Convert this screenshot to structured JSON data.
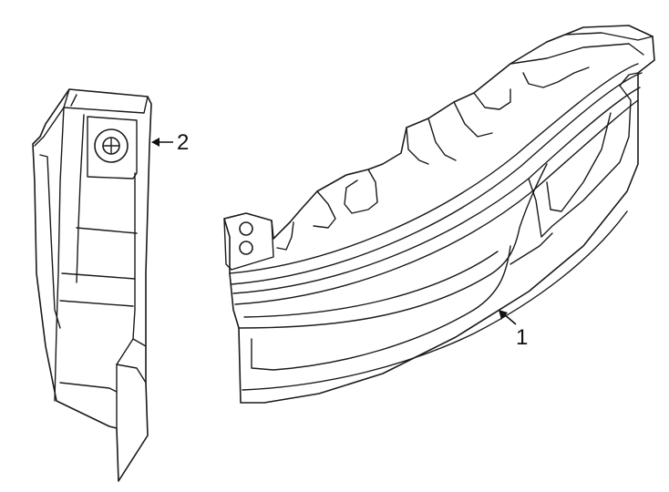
{
  "callouts": [
    {
      "id": "1",
      "label": "1"
    },
    {
      "id": "2",
      "label": "2"
    }
  ],
  "parts": [
    {
      "callout": "1",
      "icon": "tail-lamp-assembly-icon"
    },
    {
      "callout": "2",
      "icon": "lamp-bracket-icon"
    }
  ],
  "colors": {
    "line": "#1a1a1a",
    "background": "#ffffff"
  }
}
